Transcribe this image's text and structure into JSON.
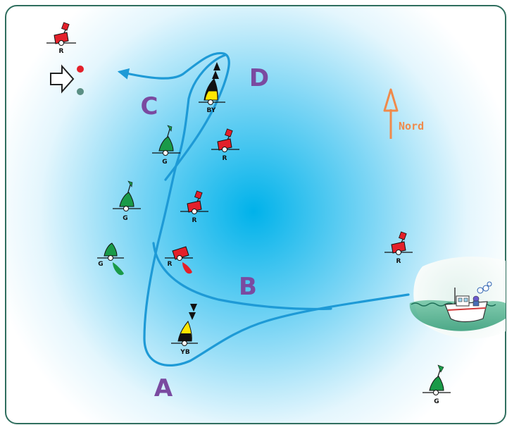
{
  "compass": {
    "label": "Nord",
    "icon": "north-arrow-icon",
    "color": "#f08a4b"
  },
  "route_points": [
    "A",
    "B",
    "C",
    "D"
  ],
  "route_color": "#1e9ad6",
  "label_color": "#7a4aa0",
  "buoys": [
    {
      "id": "red-top-left",
      "type": "lateral-red",
      "label": "R"
    },
    {
      "id": "green-1",
      "type": "lateral-green",
      "label": "G"
    },
    {
      "id": "red-1",
      "type": "lateral-red",
      "label": "R"
    },
    {
      "id": "green-2",
      "type": "lateral-green",
      "label": "G"
    },
    {
      "id": "red-2",
      "type": "lateral-red",
      "label": "R"
    },
    {
      "id": "green-lit",
      "type": "lateral-green-lit",
      "label": "G"
    },
    {
      "id": "red-lit",
      "type": "lateral-red-lit",
      "label": "R"
    },
    {
      "id": "cardinal-north",
      "type": "cardinal-by",
      "label": "BY"
    },
    {
      "id": "cardinal-south",
      "type": "cardinal-yb",
      "label": "YB"
    },
    {
      "id": "red-right",
      "type": "lateral-red",
      "label": "R"
    },
    {
      "id": "green-bottom",
      "type": "lateral-green",
      "label": "G"
    }
  ],
  "colors": {
    "red": "#e3202a",
    "green": "#1a9a48",
    "yellow": "#ffe600",
    "black": "#111111",
    "frame": "#2f6e5e"
  }
}
